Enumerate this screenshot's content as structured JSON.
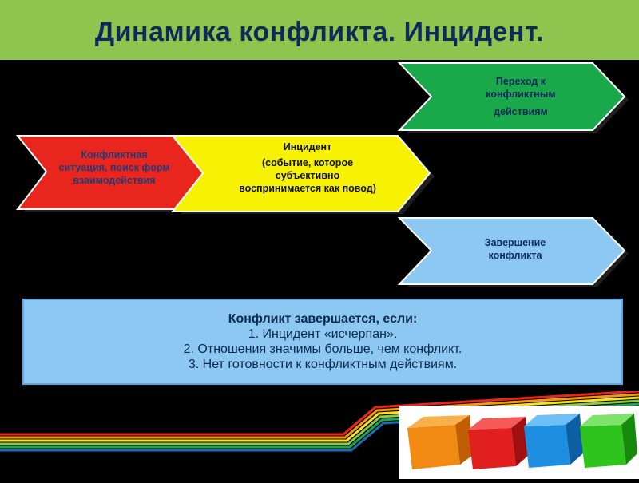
{
  "title": "Динамика конфликта. Инцидент.",
  "colors": {
    "header_bg": "#8ec54f",
    "title_text": "#0d2a5a",
    "arrow_red": "#e8261e",
    "arrow_yellow": "#f7f104",
    "arrow_green": "#19a84a",
    "arrow_blue": "#8cc8f2"
  },
  "arrows": {
    "conflict_situation": {
      "text": "Конфликтная ситуация, поиск форм взаимодействия"
    },
    "incident": {
      "title": "Инцидент",
      "text": "(событие, которое субъективно воспринимается как повод)"
    },
    "transition": {
      "line1": "Переход к конфликтным",
      "line2": "действиям"
    },
    "completion": {
      "text": "Завершение конфликта"
    }
  },
  "info": {
    "heading": "Конфликт завершается, если:",
    "items": [
      "1. Инцидент «исчерпан».",
      "2. Отношения значимы больше, чем конфликт.",
      "3. Нет готовности к конфликтным действиям."
    ]
  }
}
